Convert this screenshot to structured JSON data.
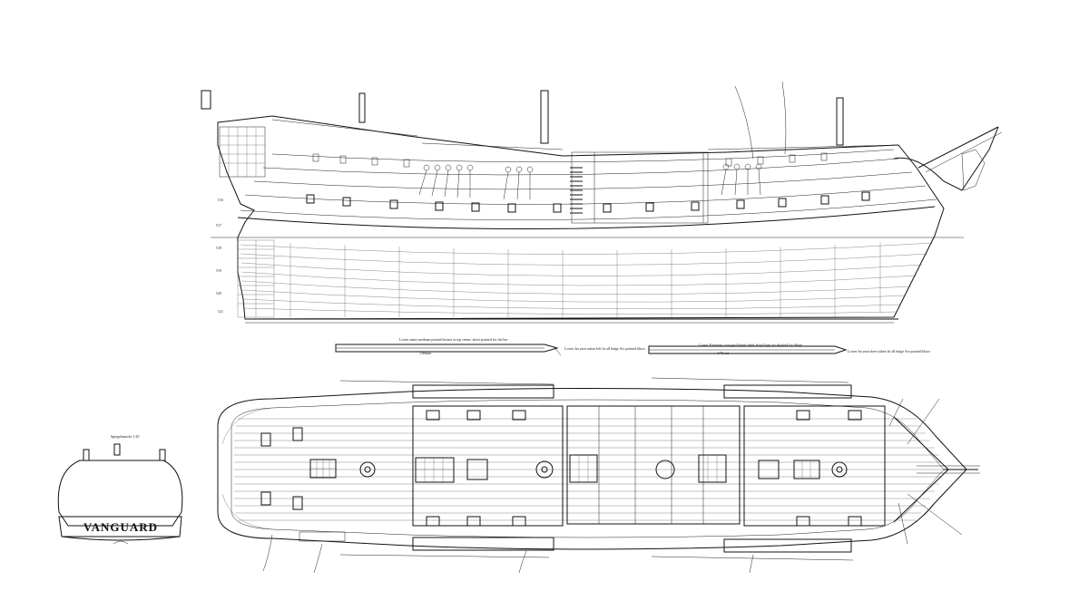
{
  "diagram": {
    "stern_view": {
      "caption": "Spiegelansicht 1:45",
      "ship_name": "VANGUARD"
    },
    "lower_deck_spar": {
      "caption": "Lower main yardman pointed breast at top center, sheet pointed for the ber",
      "side_note": "Lower lin yarn ration left fit all bulge Arr pointed bluce",
      "scale_mark": "1/80mm"
    },
    "upper_deck_spar": {
      "caption": "Lower Foremast crossyard beam sheet aloud lupe ast shouted for Shore",
      "side_note": "Lower lin yarn sheet taken fit all bulge Arr pointed bluce",
      "scale_mark": "1/75 oct"
    },
    "colors": {
      "ink": "#111111",
      "paper": "#ffffff"
    }
  }
}
